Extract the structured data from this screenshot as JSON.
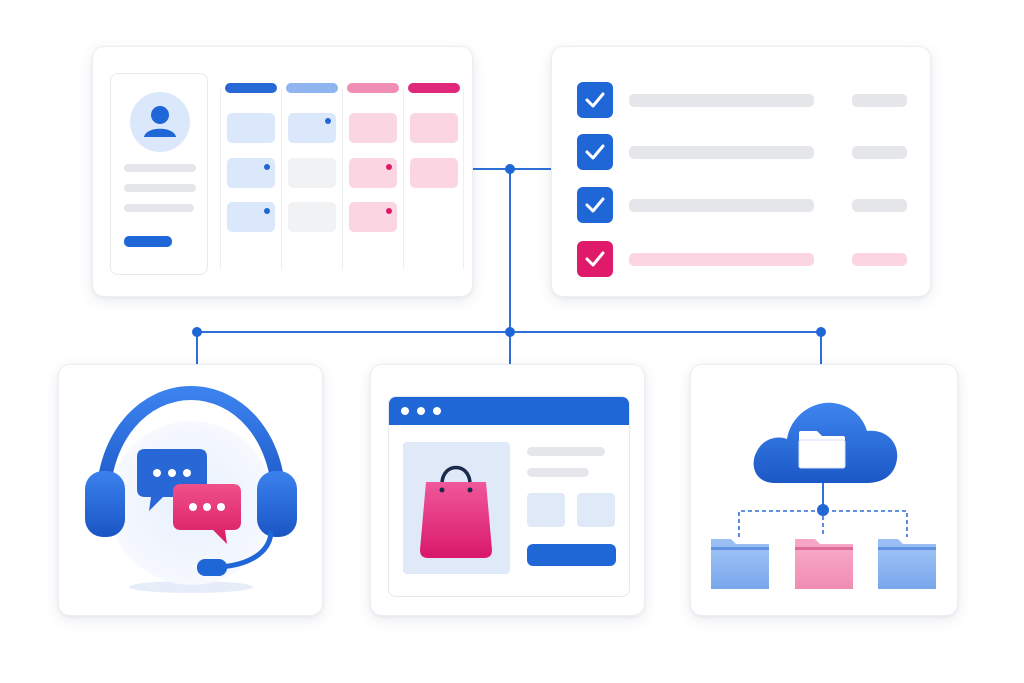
{
  "colors": {
    "primary_blue": "#1f66d6",
    "light_blue": "#dbe8fb",
    "mid_blue": "#8fb4ef",
    "pink": "#e8447a",
    "magenta": "#e01a6a",
    "light_pink": "#fbd6e2",
    "gray_bar": "#e4e6ea"
  },
  "icons": {
    "avatar": "user-avatar-icon",
    "checkbox": "checkmark-icon",
    "headset": "headset-icon",
    "chat": "chat-bubble-icon",
    "shopping_bag": "shopping-bag-icon",
    "cloud": "cloud-icon",
    "folder": "folder-icon"
  },
  "scheduler": {
    "column_colors": [
      "#2767d6",
      "#8fb4ef",
      "#f08db2",
      "#e0287a"
    ]
  },
  "task_list": {
    "items": [
      {
        "checked": true,
        "state": "done"
      },
      {
        "checked": true,
        "state": "done"
      },
      {
        "checked": true,
        "state": "done"
      },
      {
        "checked": true,
        "state": "highlighted"
      }
    ]
  }
}
